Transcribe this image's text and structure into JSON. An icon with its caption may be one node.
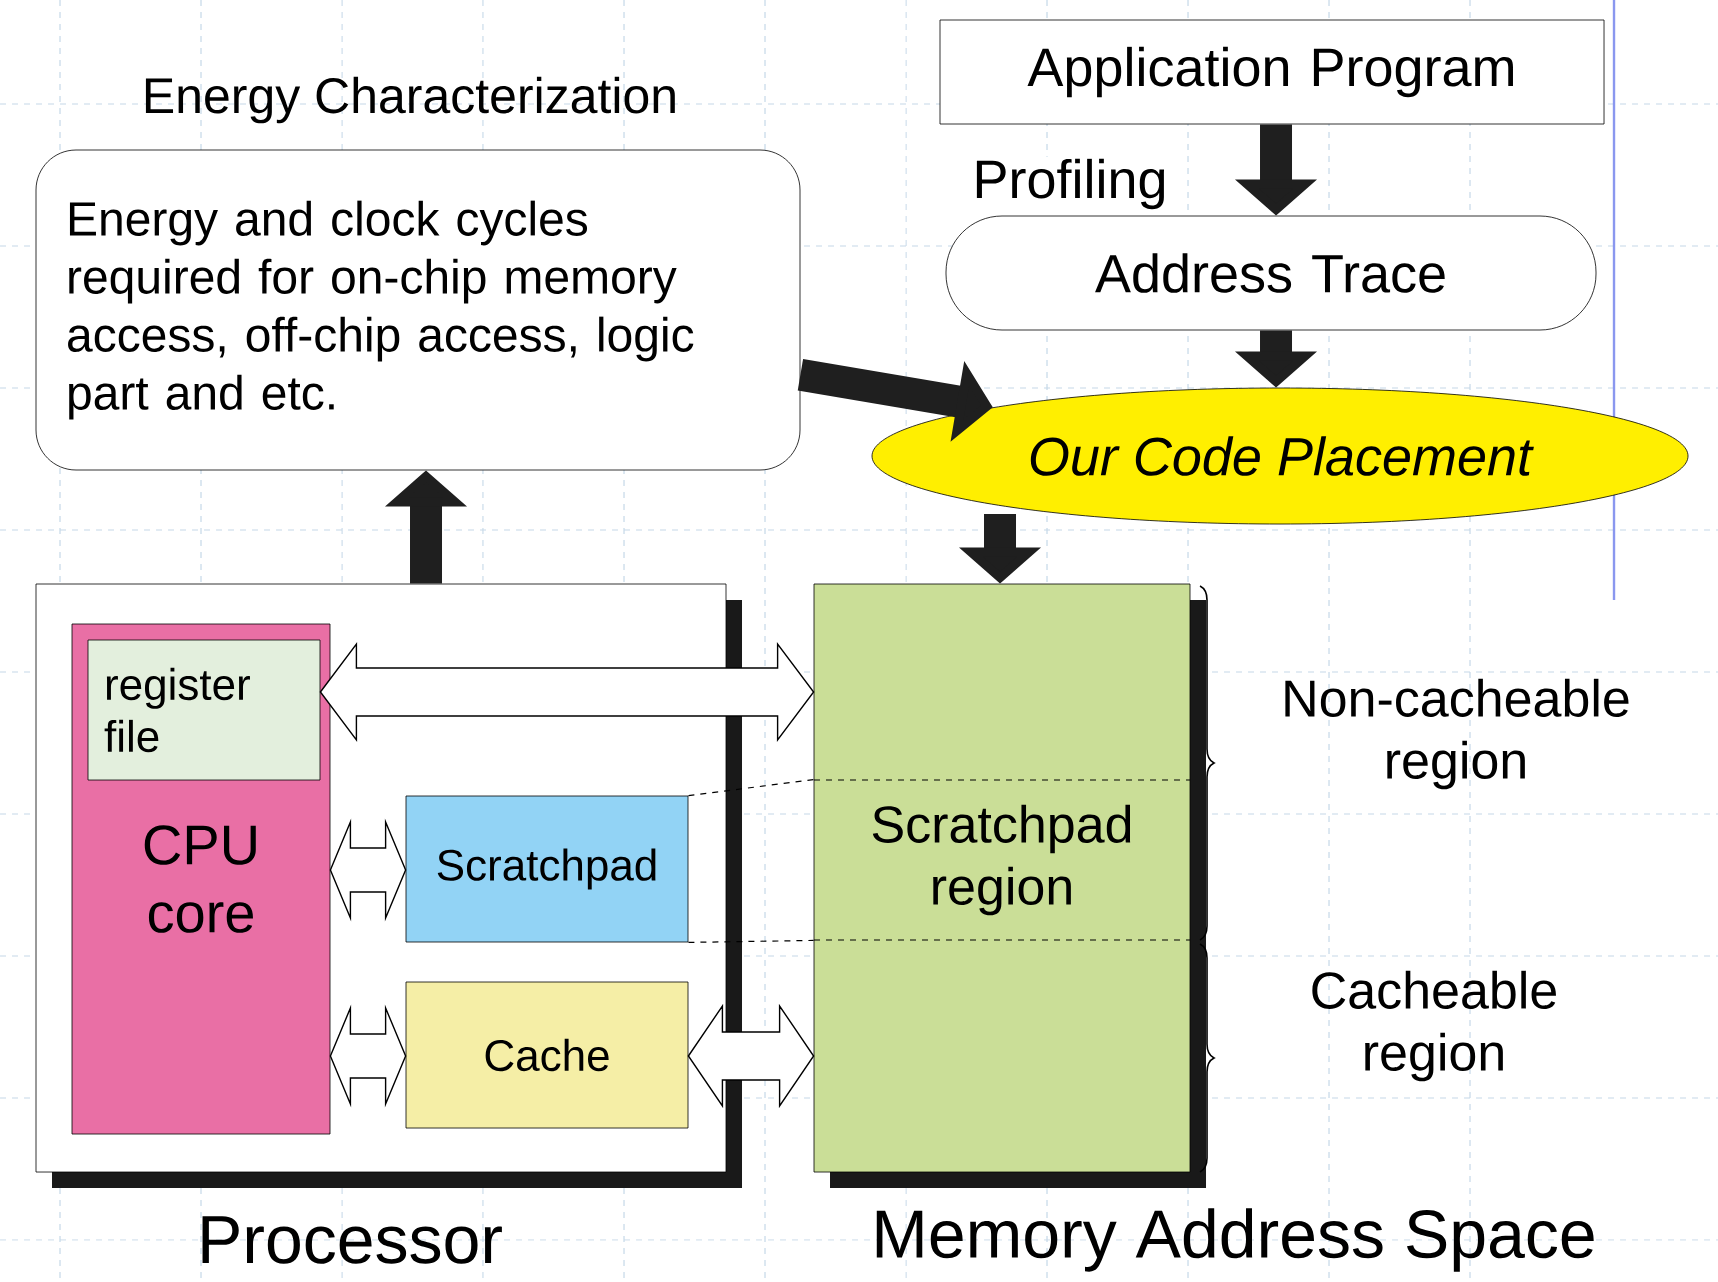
{
  "diagram": {
    "nodes": [
      {
        "text": [
          "Energy Characterization",
          "Energy and clock cycles required for on-chip memory access, off-chip access, logic part and etc."
        ]
      },
      {
        "text": [
          "Application Program"
        ]
      },
      {
        "text": [
          "Address Trace"
        ]
      },
      {
        "text": [
          "Our Code Placement"
        ]
      },
      {
        "text": [
          "Processor"
        ]
      },
      {
        "text": [
          "CPU core"
        ],
        "in": 4
      },
      {
        "text": [
          "register file"
        ],
        "in": 5
      },
      {
        "text": [
          "Scratchpad"
        ],
        "in": 4
      },
      {
        "text": [
          "Cache"
        ],
        "in": 4
      },
      {
        "text": [
          "Memory Address Space"
        ]
      },
      {
        "text": [
          "Scratchpad region"
        ],
        "in": 9
      }
    ],
    "edges": [
      {
        "from": 4,
        "to": 0,
        "arrow": "to"
      },
      {
        "from": 0,
        "to": 3,
        "arrow": "to"
      },
      {
        "from": 1,
        "to": 2,
        "arrow": "to",
        "label": "Profiling"
      },
      {
        "from": 2,
        "to": 3,
        "arrow": "to"
      },
      {
        "from": 3,
        "to": 9,
        "arrow": "to"
      },
      {
        "from": 6,
        "to": 9,
        "arrow": "both"
      },
      {
        "from": 5,
        "to": 7,
        "arrow": "both"
      },
      {
        "from": 5,
        "to": 8,
        "arrow": "both"
      },
      {
        "from": 8,
        "to": 9,
        "arrow": "both"
      },
      {
        "from": 7,
        "to": 10,
        "arrow": "none",
        "style": "dashed"
      },
      {
        "from": 7,
        "to": 10,
        "arrow": "none",
        "style": "dashed"
      }
    ],
    "labels": [
      "Non-cacheable region",
      "Cacheable region"
    ]
  }
}
